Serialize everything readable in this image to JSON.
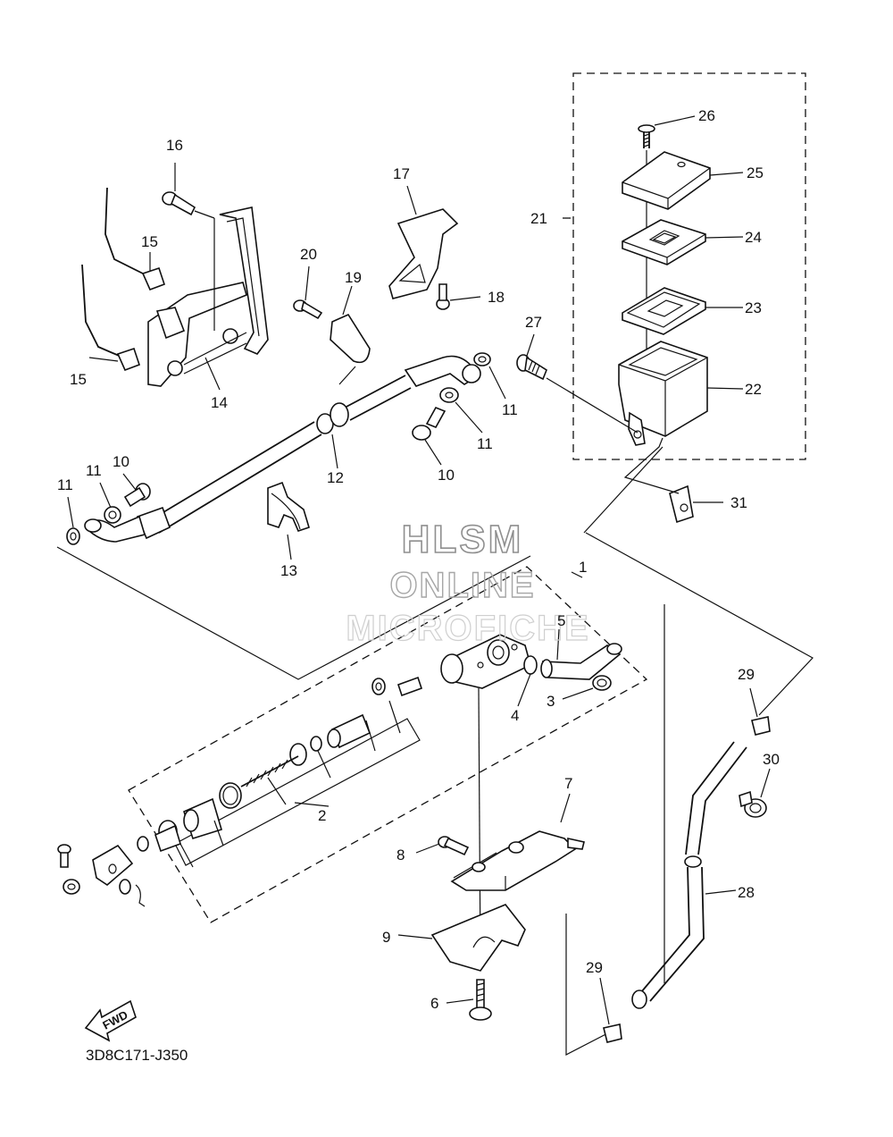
{
  "watermark": {
    "line1": "HLSM",
    "line2": "ONLINE",
    "line3": "MICROFICHE"
  },
  "fwd_label": "FWD",
  "diagram_code": "3D8C171-J350",
  "callouts": [
    {
      "id": "c1",
      "text": "1"
    },
    {
      "id": "c2",
      "text": "2"
    },
    {
      "id": "c3",
      "text": "3"
    },
    {
      "id": "c4",
      "text": "4"
    },
    {
      "id": "c5",
      "text": "5"
    },
    {
      "id": "c6",
      "text": "6"
    },
    {
      "id": "c7",
      "text": "7"
    },
    {
      "id": "c8",
      "text": "8"
    },
    {
      "id": "c9",
      "text": "9"
    },
    {
      "id": "c10a",
      "text": "10"
    },
    {
      "id": "c10b",
      "text": "10"
    },
    {
      "id": "c11a",
      "text": "11"
    },
    {
      "id": "c11b",
      "text": "11"
    },
    {
      "id": "c11c",
      "text": "11"
    },
    {
      "id": "c11d",
      "text": "11"
    },
    {
      "id": "c12",
      "text": "12"
    },
    {
      "id": "c13",
      "text": "13"
    },
    {
      "id": "c14",
      "text": "14"
    },
    {
      "id": "c15a",
      "text": "15"
    },
    {
      "id": "c15b",
      "text": "15"
    },
    {
      "id": "c16",
      "text": "16"
    },
    {
      "id": "c17",
      "text": "17"
    },
    {
      "id": "c18",
      "text": "18"
    },
    {
      "id": "c19",
      "text": "19"
    },
    {
      "id": "c20",
      "text": "20"
    },
    {
      "id": "c21",
      "text": "21"
    },
    {
      "id": "c22",
      "text": "22"
    },
    {
      "id": "c23",
      "text": "23"
    },
    {
      "id": "c24",
      "text": "24"
    },
    {
      "id": "c25",
      "text": "25"
    },
    {
      "id": "c26",
      "text": "26"
    },
    {
      "id": "c27",
      "text": "27"
    },
    {
      "id": "c28",
      "text": "28"
    },
    {
      "id": "c29a",
      "text": "29"
    },
    {
      "id": "c29b",
      "text": "29"
    },
    {
      "id": "c30",
      "text": "30"
    },
    {
      "id": "c31",
      "text": "31"
    }
  ]
}
